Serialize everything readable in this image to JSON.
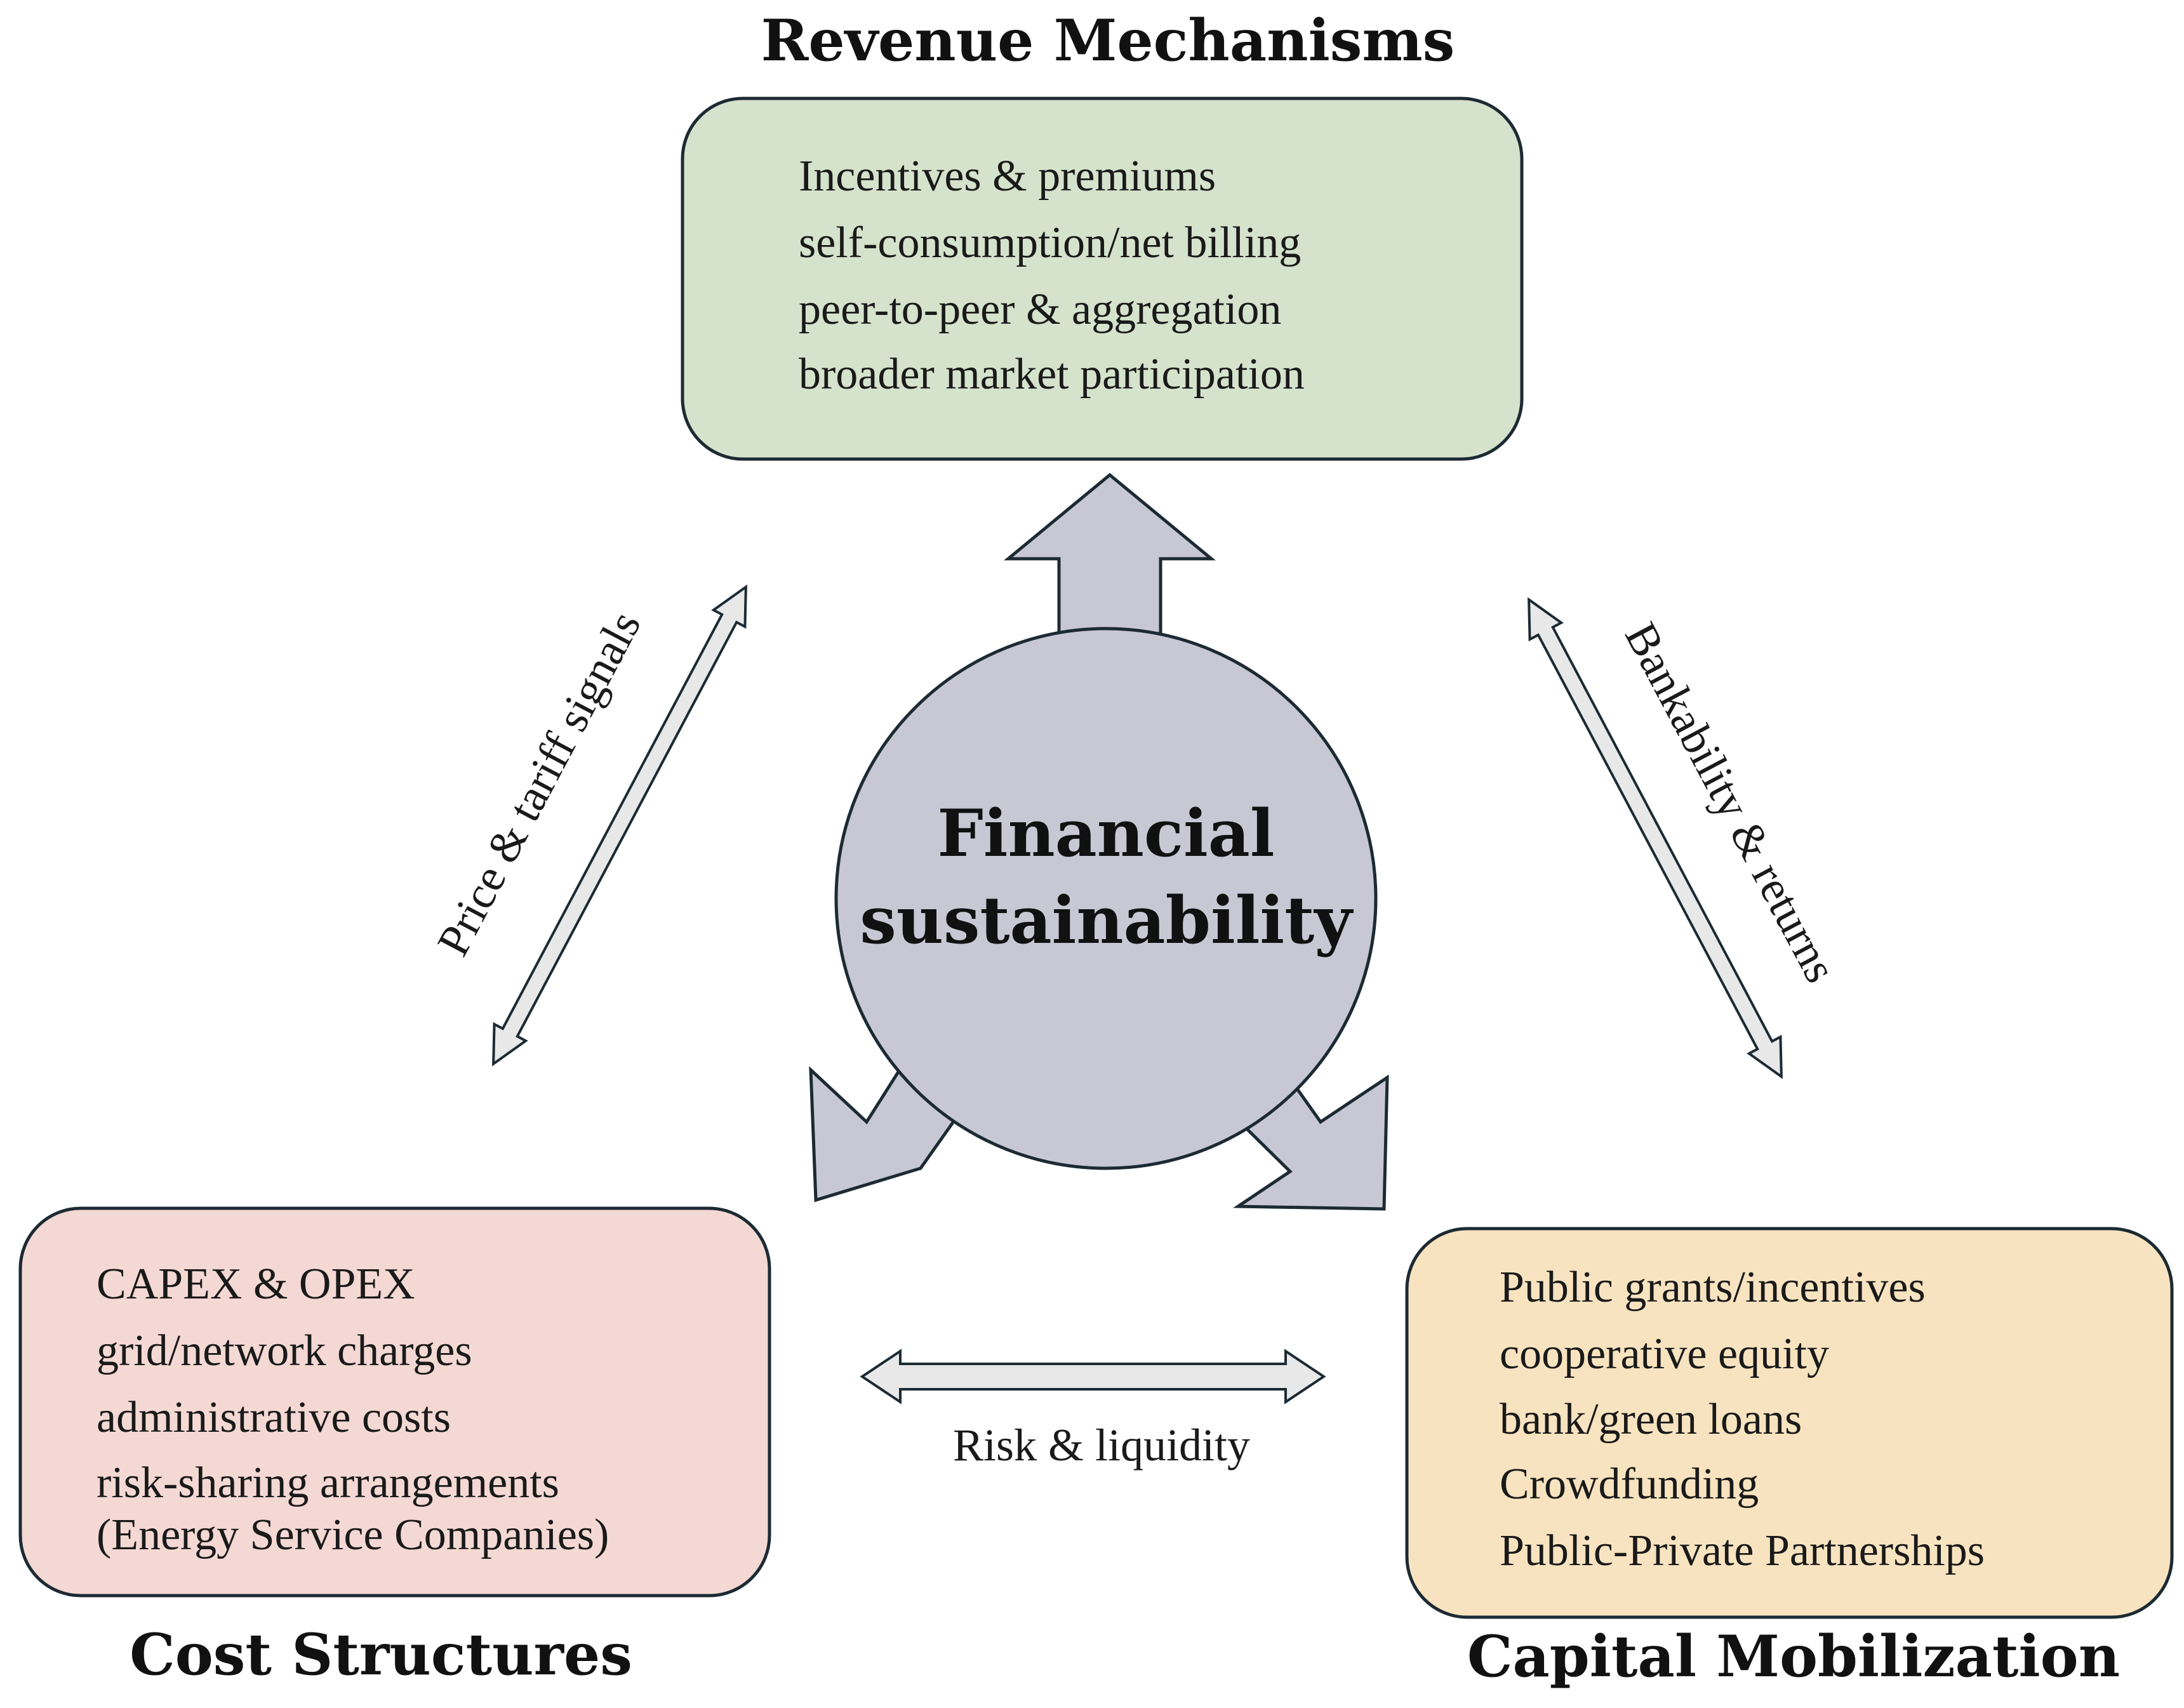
{
  "center": {
    "line1": "Financial",
    "line2": "sustainability"
  },
  "revenue": {
    "title": "Revenue Mechanisms",
    "items": [
      "Incentives & premiums",
      "self-consumption/net billing",
      "peer-to-peer & aggregation",
      "broader market participation"
    ],
    "fill": "#d5e2cc"
  },
  "cost": {
    "title": "Cost Structures",
    "items": [
      "CAPEX & OPEX",
      "grid/network charges",
      "administrative costs",
      "risk-sharing arrangements",
      "(Energy Service Companies)"
    ],
    "fill": "#f4d8d3"
  },
  "capital": {
    "title": "Capital Mobilization",
    "items": [
      "Public grants/incentives",
      "cooperative equity",
      "bank/green loans",
      "Crowdfunding",
      "Public-Private Partnerships"
    ],
    "fill": "#f8e3c0"
  },
  "links": {
    "cost_revenue": "Price & tariff signals",
    "revenue_capital": "Bankability & returns",
    "cost_capital": "Risk & liquidity"
  },
  "colors": {
    "circle": "#c7c8d3",
    "block_arrow": "#c7c8d3",
    "double_arrow": "#e8e8e8",
    "outline": "#1c2a33"
  }
}
